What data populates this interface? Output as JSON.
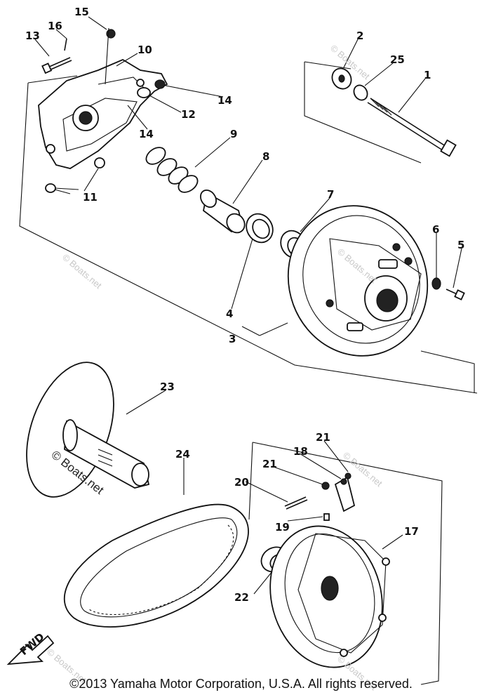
{
  "diagram": {
    "part_labels": [
      "1",
      "2",
      "3",
      "4",
      "5",
      "6",
      "7",
      "8",
      "9",
      "10",
      "11",
      "12",
      "13",
      "14",
      "14",
      "15",
      "16",
      "17",
      "18",
      "19",
      "20",
      "21",
      "21",
      "22",
      "23",
      "24",
      "25"
    ],
    "fwd_label": "FWD",
    "watermark": "© Boats.net",
    "watermark_short": "© Boats.net"
  },
  "footer": {
    "copyright": "©2013 Yamaha Motor Corporation, U.S.A. All rights reserved."
  }
}
